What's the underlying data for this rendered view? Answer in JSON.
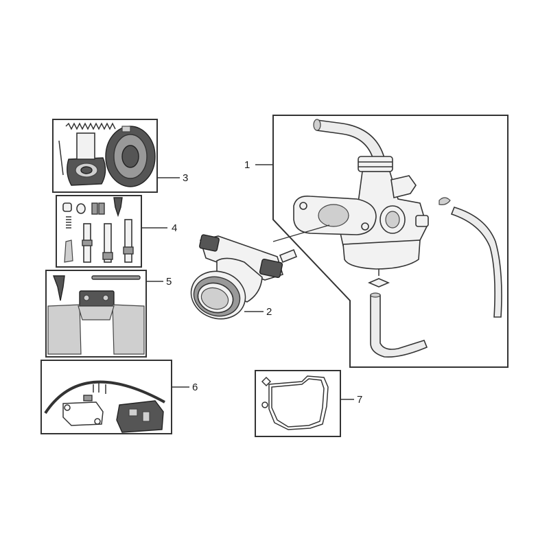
{
  "diagram": {
    "callouts": [
      {
        "id": "1",
        "label": "1"
      },
      {
        "id": "2",
        "label": "2"
      },
      {
        "id": "3",
        "label": "3"
      },
      {
        "id": "4",
        "label": "4"
      },
      {
        "id": "5",
        "label": "5"
      },
      {
        "id": "6",
        "label": "6"
      },
      {
        "id": "7",
        "label": "7"
      }
    ]
  },
  "colors": {
    "line": "#333333",
    "dark_fill": "#555555",
    "mid_fill": "#999999",
    "light_fill": "#cfcfcf",
    "background": "#ffffff"
  }
}
